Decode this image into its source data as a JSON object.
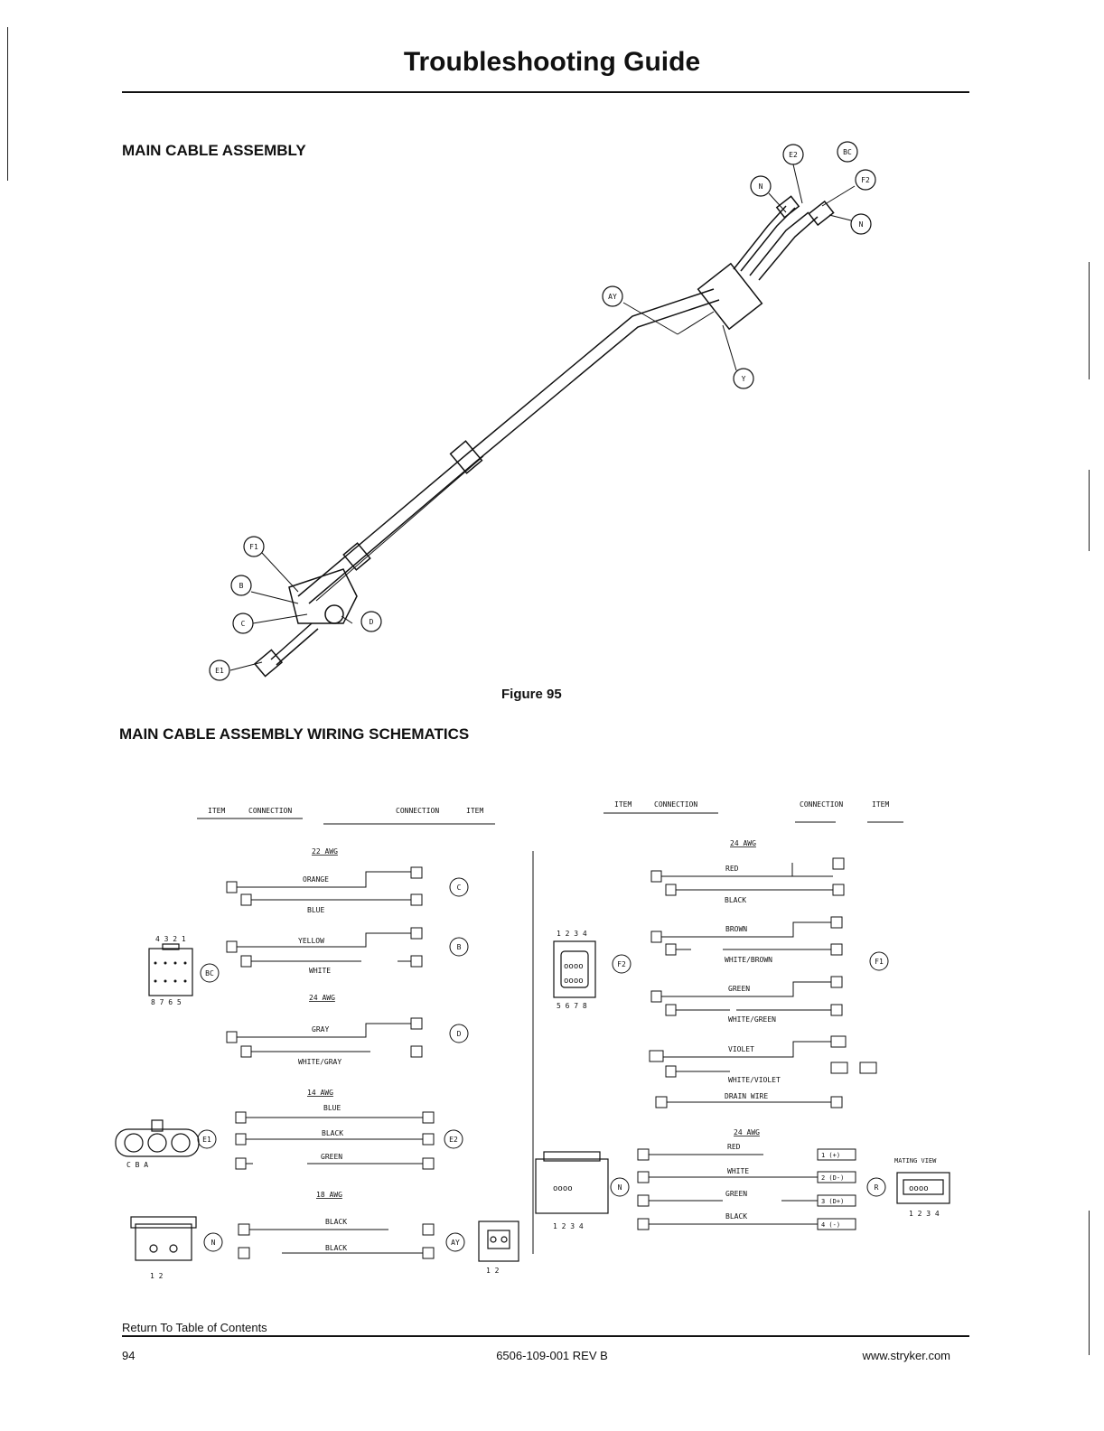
{
  "header": {
    "title": "Troubleshooting Guide"
  },
  "section1": {
    "heading": "MAIN CABLE ASSEMBLY"
  },
  "figure": {
    "caption": "Figure 95",
    "callouts": [
      "E2",
      "BC",
      "F2",
      "N",
      "N",
      "AY",
      "Y",
      "F1",
      "B",
      "C",
      "D",
      "E1"
    ]
  },
  "section2": {
    "heading": "MAIN CABLE ASSEMBLY WIRING SCHEMATICS"
  },
  "schematic": {
    "left_header": [
      "ITEM",
      "CONNECTION",
      "CONNECTION",
      "ITEM"
    ],
    "right_header": [
      "ITEM",
      "CONNECTION",
      "CONNECTION",
      "ITEM"
    ],
    "gauges": [
      "22 AWG",
      "24 AWG",
      "14 AWG",
      "18 AWG",
      "24 AWG",
      "24 AWG"
    ],
    "wires_left": [
      "ORANGE",
      "BLUE",
      "YELLOW",
      "WHITE",
      "GRAY",
      "WHITE/GRAY",
      "BLUE",
      "BLACK",
      "GREEN",
      "BLACK",
      "BLACK"
    ],
    "wires_right": [
      "RED",
      "BLACK",
      "BROWN",
      "WHITE/BROWN",
      "GREEN",
      "WHITE/GREEN",
      "VIOLET",
      "WHITE/VIOLET",
      "DRAIN WIRE",
      "RED",
      "WHITE",
      "GREEN",
      "BLACK"
    ],
    "items": [
      "C",
      "B",
      "BC",
      "D",
      "E1",
      "E2",
      "N",
      "AY",
      "F2",
      "F1",
      "N",
      "R"
    ],
    "pin_rows": [
      "4 3 2 1",
      "8 7 6 5",
      "1 2 3 4",
      "5 6 7 8",
      "C B A",
      "1 2",
      "1 2",
      "1 2 3 4",
      "1 2 3 4"
    ],
    "usb_terms": [
      "1 (+)",
      "2 (D-)",
      "3 (D+)",
      "4 (-)"
    ],
    "mating_view": "MATING VIEW"
  },
  "footer": {
    "toc_link": "Return To Table of Contents",
    "page": "94",
    "doc_number": "6506-109-001 REV B",
    "website": "www.stryker.com"
  }
}
